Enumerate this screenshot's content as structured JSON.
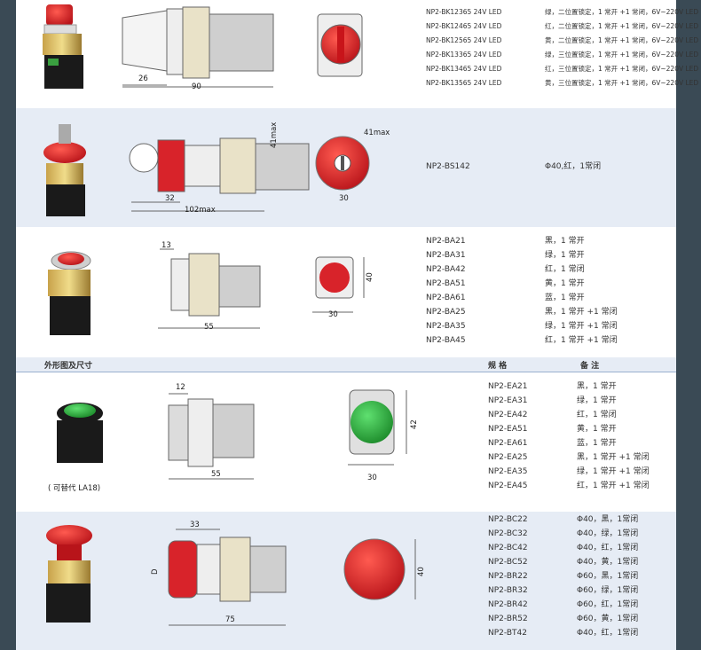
{
  "header": {
    "left": "外形图及尺寸",
    "spec": "规 格",
    "note": "备 注"
  },
  "sections": [
    {
      "codes": [
        "NP2-BK12365 24V  LED",
        "NP2-BK12465 24V  LED",
        "NP2-BK12565 24V  LED",
        "NP2-BK13365 24V  LED",
        "NP2-BK13465 24V  LED",
        "NP2-BK13565 24V  LED"
      ],
      "notes": [
        "绿，二位置锁定，1 常开 +1 常闭，6V~220V LED",
        "红，二位置锁定，1 常开 +1 常闭，6V~220V LED",
        "黄，二位置锁定，1 常开 +1 常闭，6V~220V LED",
        "绿，三位置锁定，1 常开 +1 常闭，6V~220V LED",
        "红，三位置锁定，1 常开 +1 常闭，6V~220V LED",
        "黄，三位置锁定，1 常开 +1 常闭，6V~220V LED"
      ],
      "dims": [
        "26",
        "90"
      ]
    },
    {
      "codes": [
        "NP2-BS142"
      ],
      "notes": [
        "Φ40,红，1常闭"
      ],
      "dims": [
        "32",
        "102max",
        "41max",
        "41max",
        "30"
      ]
    },
    {
      "codes": [
        "NP2-BA21",
        "NP2-BA31",
        "NP2-BA42",
        "NP2-BA51",
        "NP2-BA61",
        "NP2-BA25",
        "NP2-BA35",
        "NP2-BA45"
      ],
      "notes": [
        "黑，1 常开",
        "绿，1 常开",
        "红，1 常闭",
        "黄，1 常开",
        "蓝，1 常开",
        "黑，1 常开 +1 常闭",
        "绿，1 常开 +1 常闭",
        "红，1 常开 +1 常闭"
      ],
      "dims": [
        "13",
        "55",
        "40",
        "30"
      ]
    },
    {
      "codes": [
        "NP2-EA21",
        "NP2-EA31",
        "NP2-EA42",
        "NP2-EA51",
        "NP2-EA61",
        "NP2-EA25",
        "NP2-EA35",
        "NP2-EA45"
      ],
      "notes": [
        "黑，1 常开",
        "绿，1 常开",
        "红，1 常闭",
        "黄，1 常开",
        "蓝，1 常开",
        "黑，1 常开 +1 常闭",
        "绿，1 常开 +1 常闭",
        "红，1 常开 +1 常闭"
      ],
      "dims": [
        "12",
        "55",
        "42",
        "30"
      ],
      "caption": "( 可替代 LA18)"
    },
    {
      "codes": [
        "NP2-BC22",
        "NP2-BC32",
        "NP2-BC42",
        "NP2-BC52",
        "NP2-BR22",
        "NP2-BR32",
        "NP2-BR42",
        "NP2-BR52",
        "NP2-BT42"
      ],
      "notes": [
        "Φ40，黑，1常闭",
        "Φ40，绿，1常闭",
        "Φ40，红，1常闭",
        "Φ40，黄，1常闭",
        "Φ60，黑，1常闭",
        "Φ60，绿，1常闭",
        "Φ60，红，1常闭",
        "Φ60，黄，1常闭",
        "Φ40，红，1常闭"
      ],
      "dims": [
        "33",
        "D",
        "75",
        "40"
      ]
    }
  ],
  "colors": {
    "red": "#d8232a",
    "green": "#2fae3c",
    "band": "#e6ecf5",
    "frame": "#3a4a55"
  }
}
